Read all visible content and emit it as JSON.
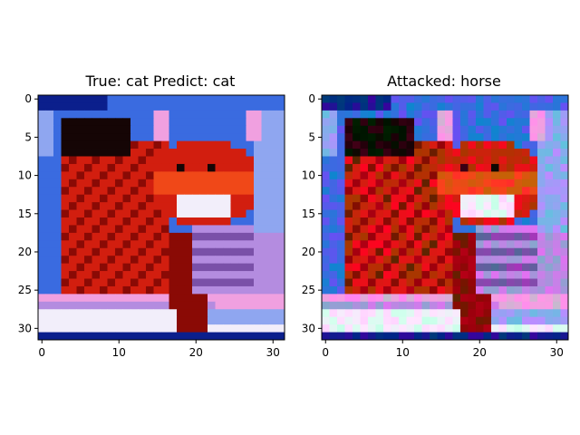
{
  "figure": {
    "panels": [
      {
        "id": "original",
        "title": "True: cat  Predict: cat",
        "noise": false
      },
      {
        "id": "attacked",
        "title": "Attacked: horse",
        "noise": true
      }
    ],
    "x_ticks": [
      "0",
      "10",
      "20",
      "30"
    ],
    "y_ticks": [
      "0",
      "5",
      "10",
      "15",
      "20",
      "25",
      "30"
    ],
    "x_tick_values": [
      0,
      10,
      20,
      30
    ],
    "y_tick_values": [
      0,
      5,
      10,
      15,
      20,
      25,
      30
    ],
    "image_resolution": [
      32,
      32
    ],
    "palette": {
      "sky_blue": "#3a6be0",
      "dark_blue": "#0b1f8c",
      "light_blue": "#8fa6f0",
      "black": "#150505",
      "dark_red": "#8a0a05",
      "red": "#d21e0f",
      "orange": "#f04818",
      "light_orange": "#ff8040",
      "white": "#f2eefa",
      "pink": "#f0a0e0",
      "lavender": "#b48ce0",
      "purple": "#7a50a8",
      "frame": "#000000"
    }
  }
}
